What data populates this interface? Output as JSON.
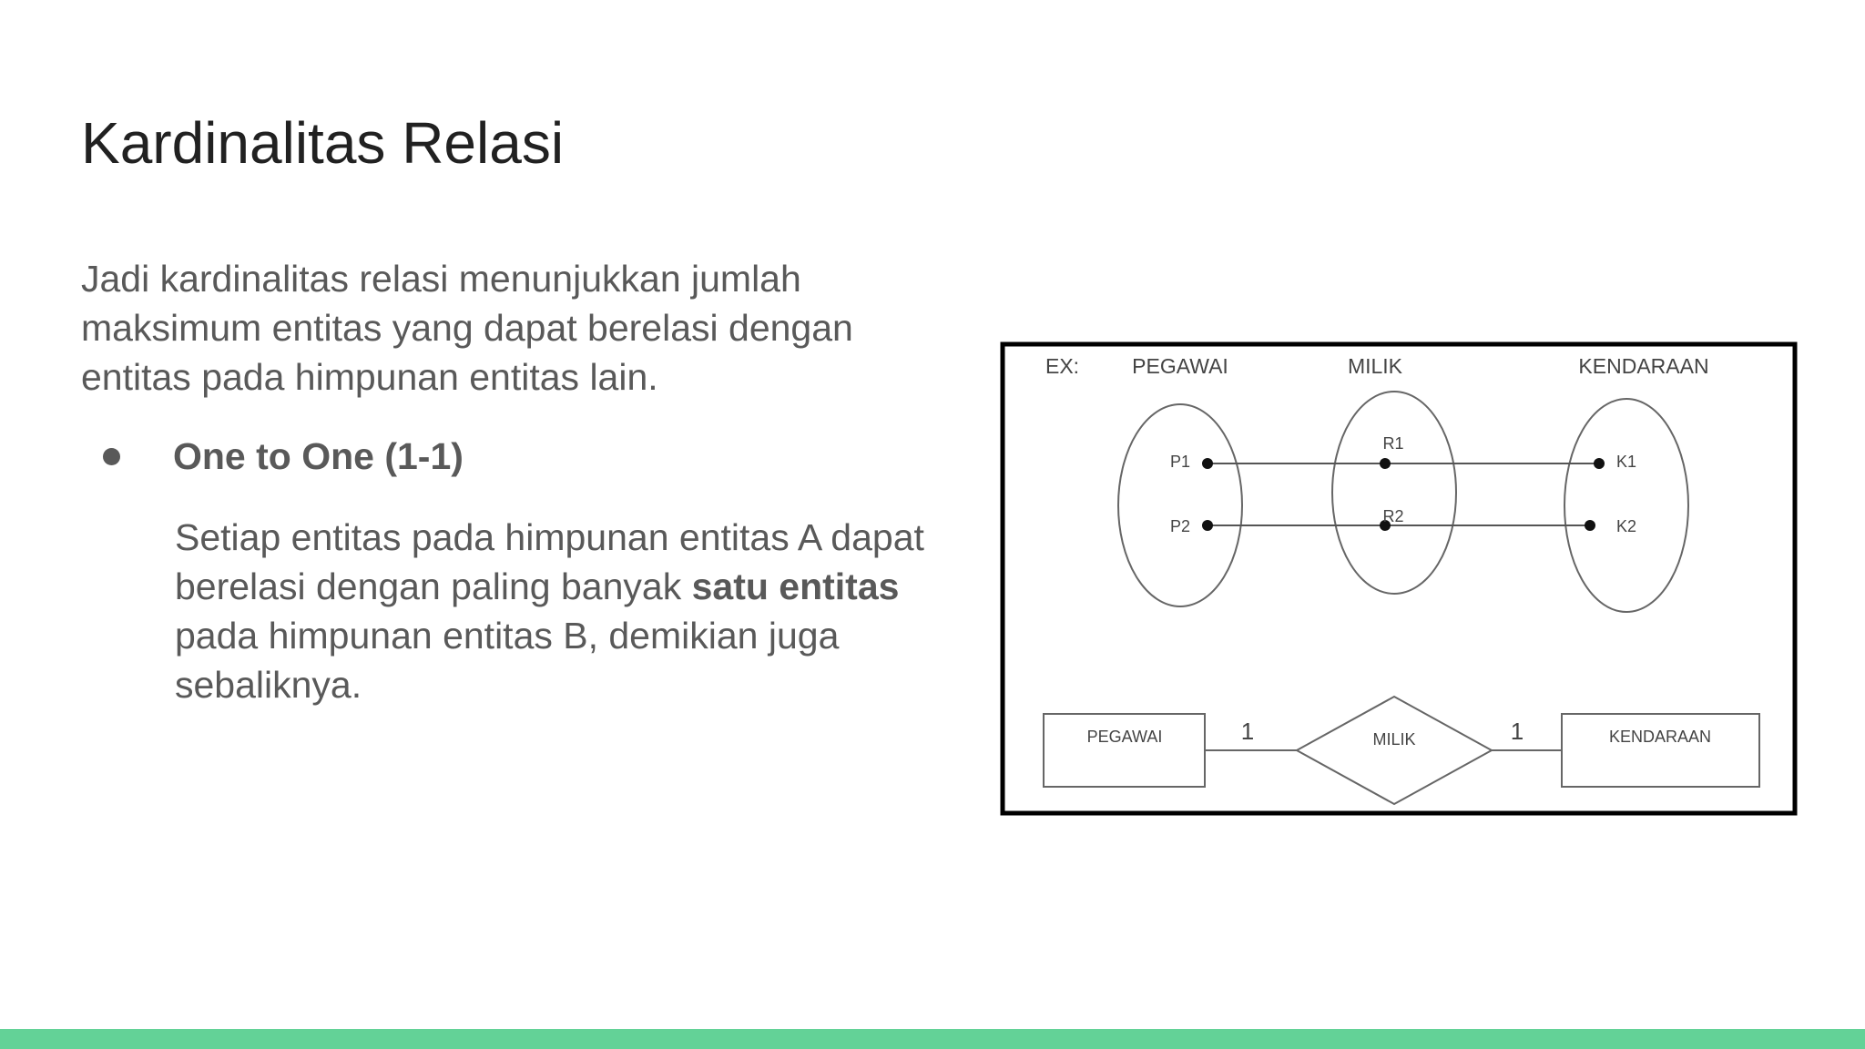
{
  "slide": {
    "title": "Kardinalitas Relasi",
    "intro": "Jadi kardinalitas relasi menunjukkan jumlah maksimum entitas yang dapat berelasi dengan entitas pada himpunan entitas lain.",
    "bullet": {
      "label": "One to One (1-1)",
      "detail_before": "Setiap entitas pada himpunan entitas A dapat berelasi dengan paling banyak ",
      "detail_bold": "satu entitas",
      "detail_after": " pada himpunan entitas B, demikian juga sebaliknya."
    }
  },
  "diagram": {
    "example_label": "EX:",
    "set_headers": [
      "PEGAWAI",
      "MILIK",
      "KENDARAAN"
    ],
    "left_set": [
      "P1",
      "P2"
    ],
    "middle_set": [
      "R1",
      "R2"
    ],
    "right_set": [
      "K1",
      "K2"
    ],
    "er": {
      "entity_a": "PEGAWAI",
      "relationship": "MILIK",
      "entity_b": "KENDARAAN",
      "cardinality_a": "1",
      "cardinality_b": "1"
    }
  },
  "colors": {
    "footer_accent": "#63d297",
    "title": "#212121",
    "body": "#595959"
  }
}
